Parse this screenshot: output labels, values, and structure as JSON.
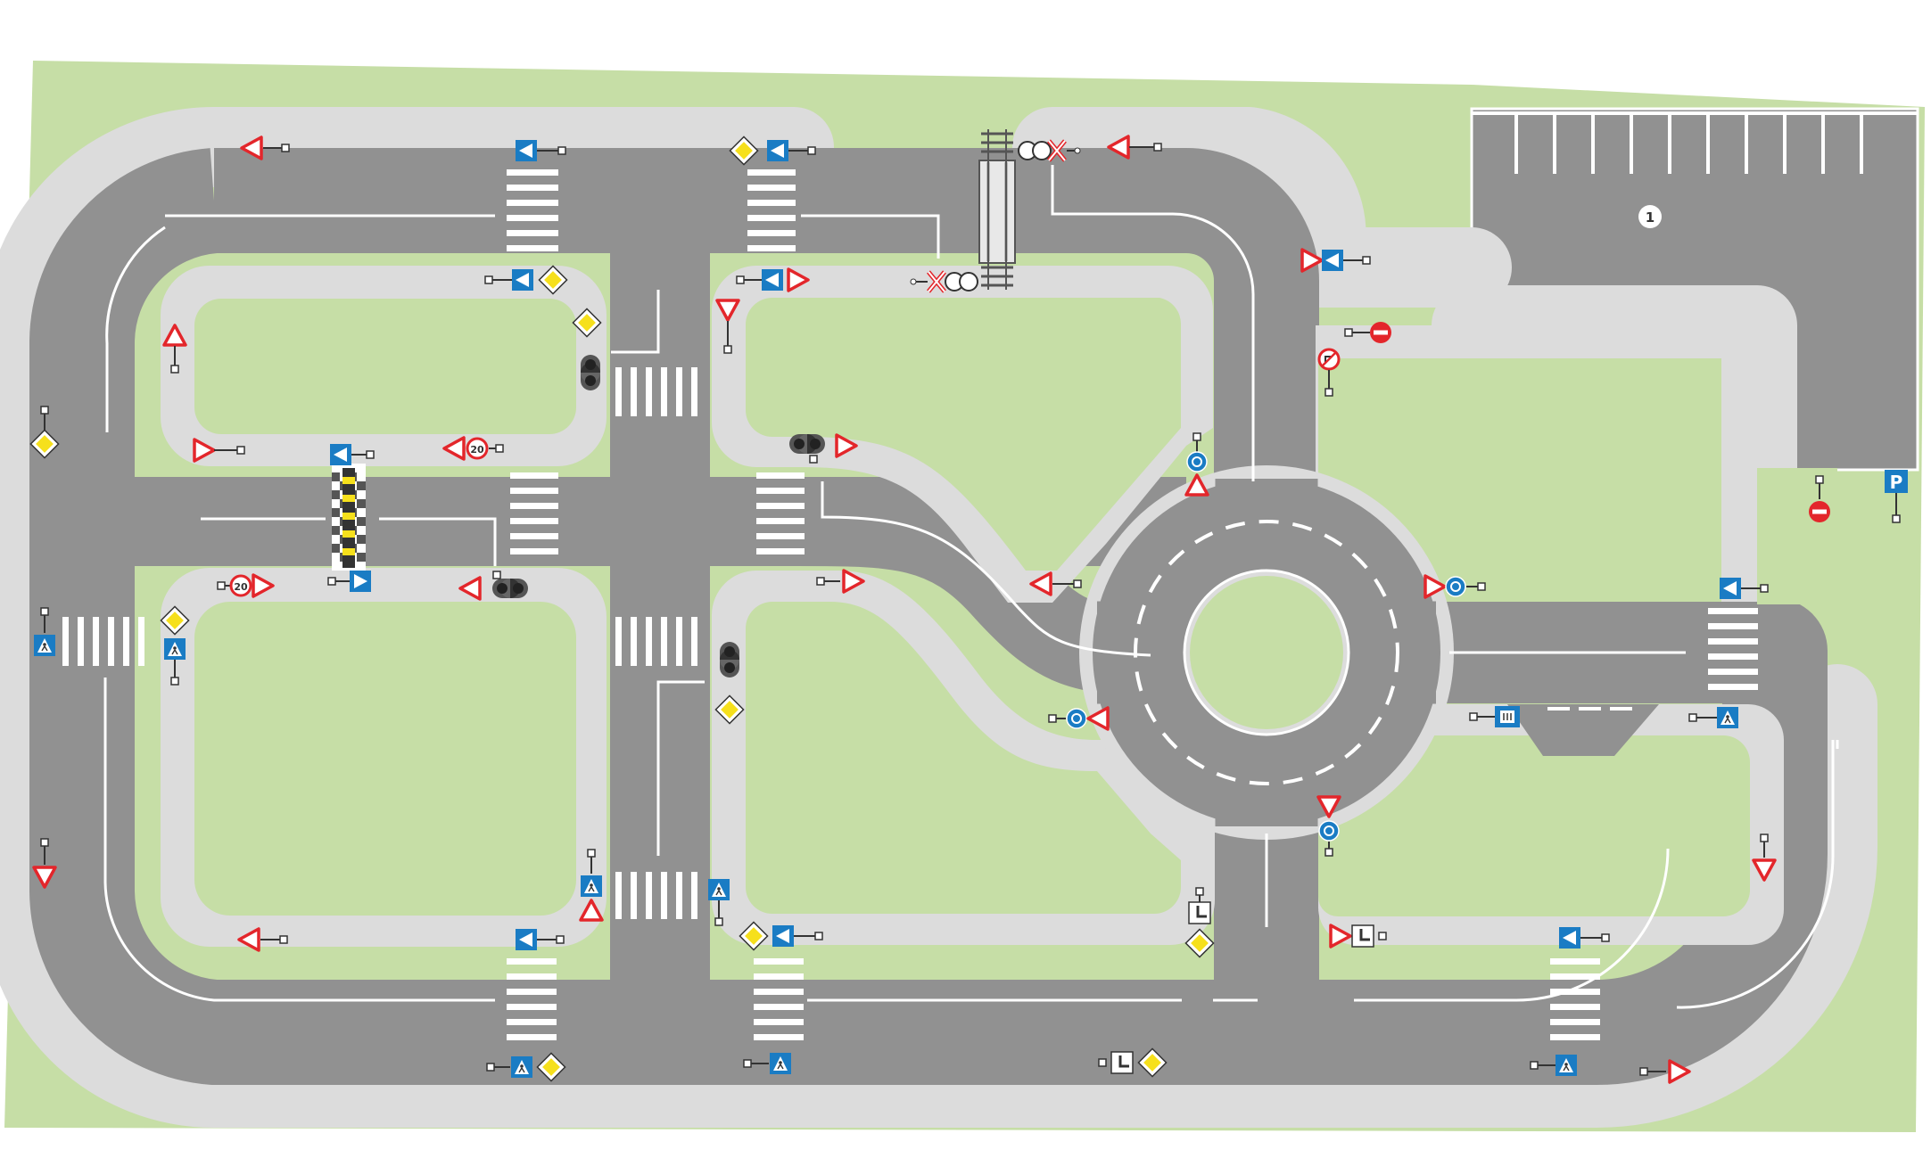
{
  "map": {
    "colors": {
      "grass": "#c6dea6",
      "road": "#919191",
      "sidewalk": "#dcdcdc",
      "marking": "#ffffff",
      "sign_blue": "#1a7cc4",
      "sign_red": "#e3262b",
      "sign_yellow": "#f6e01c",
      "outline": "#333333"
    },
    "labels": {
      "speed_limit_a": "20",
      "speed_limit_b": "20",
      "parking_sign": "P",
      "parking_bay_number": "1"
    }
  }
}
